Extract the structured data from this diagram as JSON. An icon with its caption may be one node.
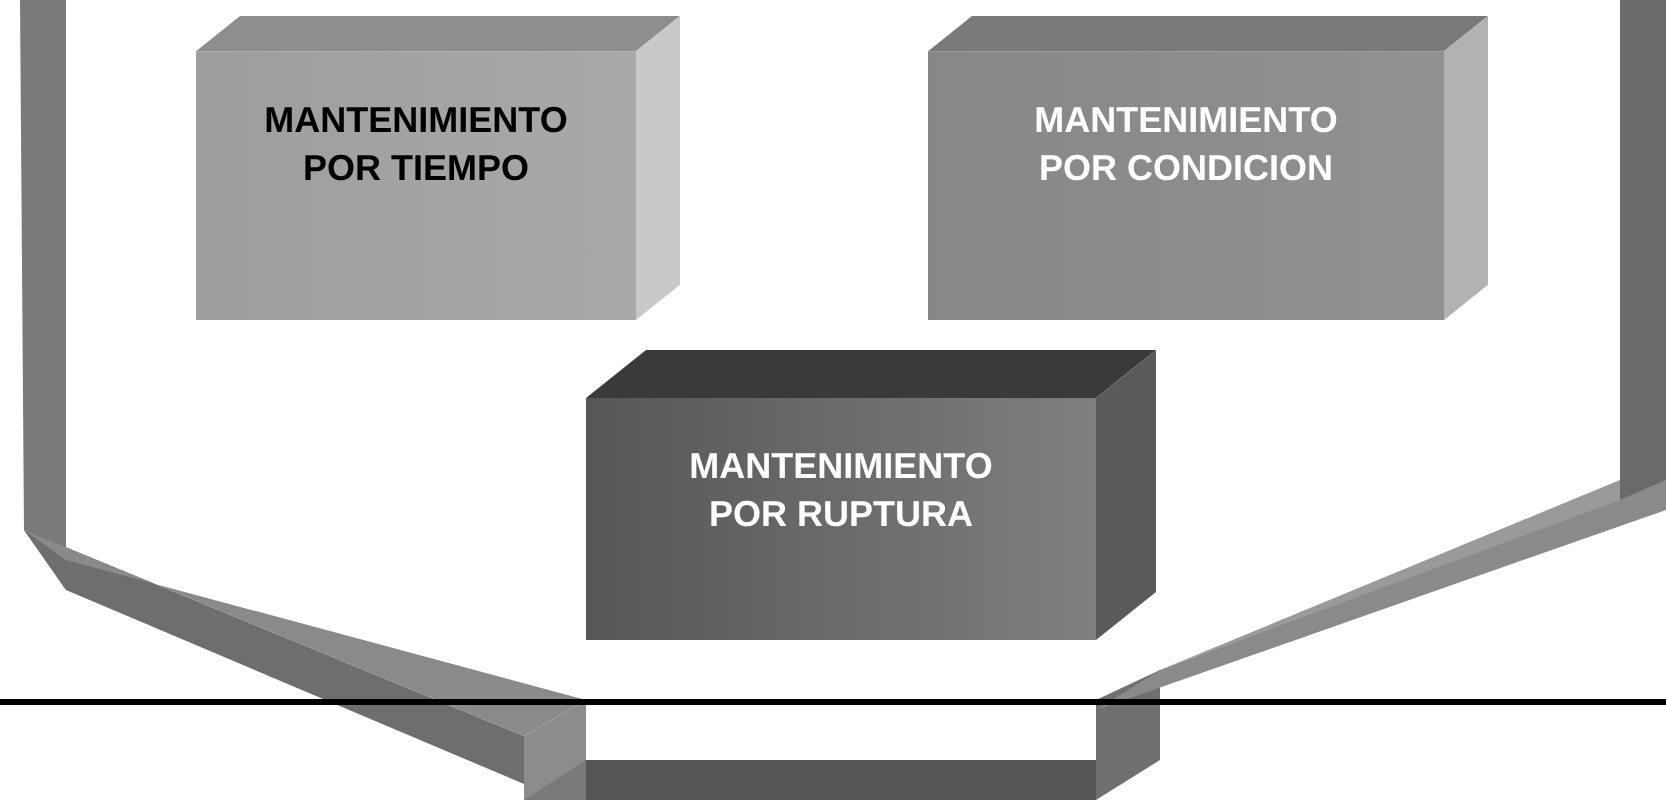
{
  "diagram": {
    "nodes": [
      {
        "text": [
          "MANTENIMIENTO POR TIEMPO"
        ]
      },
      {
        "text": [
          "MANTENIMIENTO POR CONDICION"
        ]
      },
      {
        "text": [
          "MANTENIMIENTO POR RUPTURA"
        ]
      }
    ]
  }
}
